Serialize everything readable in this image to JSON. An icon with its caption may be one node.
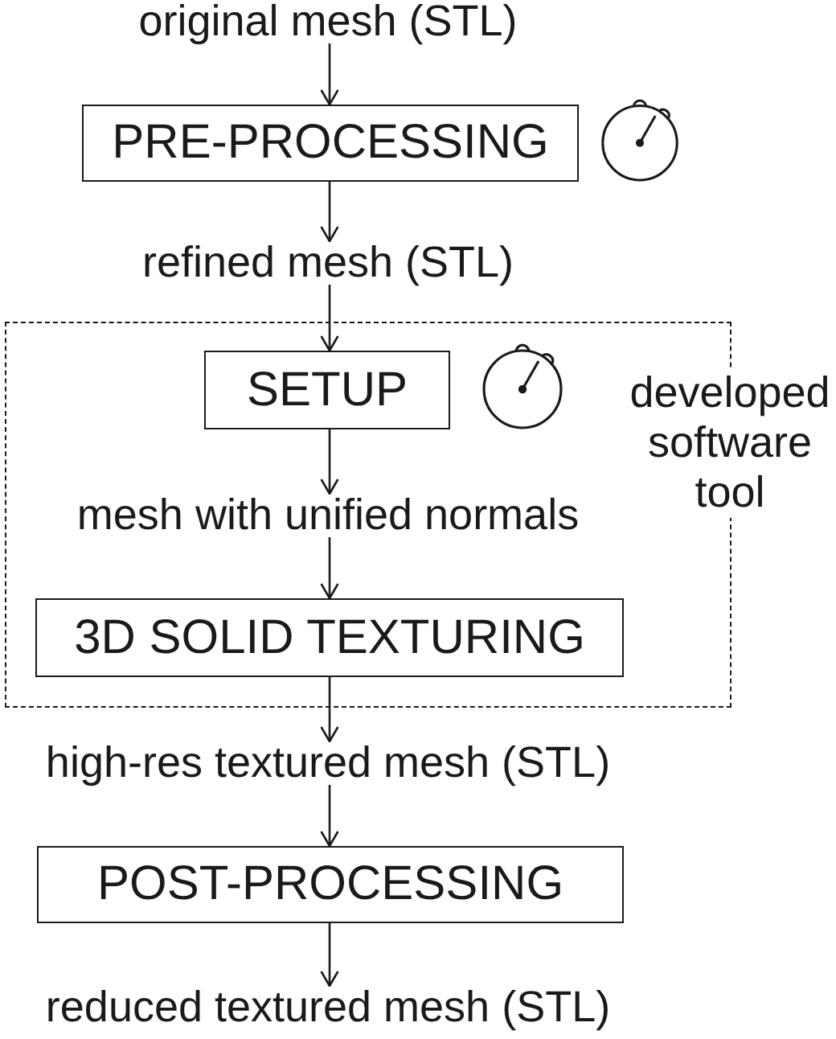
{
  "diagram": {
    "nodes": [
      {
        "text": [
          "original mesh (STL)"
        ]
      },
      {
        "text": [
          "PRE-PROCESSING"
        ]
      },
      {
        "text": [
          "refined mesh (STL)"
        ]
      },
      {
        "text": [
          "developed software tool"
        ]
      },
      {
        "text": [
          "SETUP"
        ],
        "in": 3
      },
      {
        "text": [
          "mesh with unified normals"
        ],
        "in": 3
      },
      {
        "text": [
          "3D SOLID TEXTURING"
        ],
        "in": 3
      },
      {
        "text": [
          "high-res textured mesh (STL)"
        ]
      },
      {
        "text": [
          "POST-PROCESSING"
        ]
      },
      {
        "text": [
          "reduced textured mesh (STL)"
        ]
      }
    ],
    "edges": [
      {
        "from": 0,
        "to": 1,
        "arrow": "to"
      },
      {
        "from": 1,
        "to": 2,
        "arrow": "to"
      },
      {
        "from": 2,
        "to": 4,
        "arrow": "to"
      },
      {
        "from": 4,
        "to": 5,
        "arrow": "to"
      },
      {
        "from": 5,
        "to": 6,
        "arrow": "to"
      },
      {
        "from": 6,
        "to": 7,
        "arrow": "to"
      },
      {
        "from": 7,
        "to": 8,
        "arrow": "to"
      },
      {
        "from": 8,
        "to": 9,
        "arrow": "to"
      }
    ]
  }
}
